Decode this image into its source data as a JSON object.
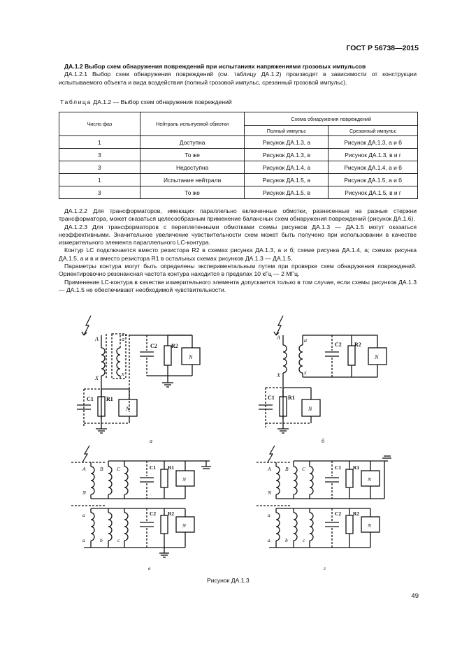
{
  "header": {
    "code": "ГОСТ Р 56738—2015"
  },
  "section": {
    "title": "ДА.1.2 Выбор схем обнаружения повреждений при испытаниях напряжениями грозовых импульсов",
    "p1": "ДА.1.2.1 Выбор схем обнаружения повреждений (см. таблицу ДА.1.2) производят в зависимости от конструкции испытываемого объекта и вида воздействия (полный грозовой импульс, срезанный грозовой импульс)."
  },
  "table": {
    "caption_prefix": "Таблица",
    "caption_text": "ДА.1.2 — Выбор схем обнаружения повреждений",
    "headers": {
      "phases": "Число фаз",
      "neutral": "Нейтраль испытуемой обмотки",
      "scheme": "Схема обнаружения повреждений",
      "full": "Полный импульс",
      "chopped": "Срезанный импульс"
    },
    "rows": [
      {
        "phases": "1",
        "neutral": "Доступна",
        "full": "Рисунок ДА.1.3, а",
        "chopped": "Рисунок ДА.1.3, а и б"
      },
      {
        "phases": "3",
        "neutral": "То же",
        "full": "Рисунок ДА.1.3, в",
        "chopped": "Рисунок ДА.1.3, в и г"
      },
      {
        "phases": "3",
        "neutral": "Недоступна",
        "full": "Рисунок ДА.1.4, а",
        "chopped": "Рисунок ДА.1.4, а и б"
      },
      {
        "phases": "1",
        "neutral": "Испытание нейтрали",
        "full": "Рисунок ДА.1.5, а",
        "chopped": "Рисунок ДА.1.5, а и б"
      },
      {
        "phases": "3",
        "neutral": "То же",
        "full": "Рисунок ДА.1.5, в",
        "chopped": "Рисунок ДА.1.5, в и г"
      }
    ]
  },
  "paragraphs": [
    "ДА.1.2.2 Для трансформаторов, имеющих параллельно включенные обмотки, разнесенные на разные стержни трансформатора, может оказаться целесообразным применение балансных схем обнаружения повреждений (рисунок ДА.1.6).",
    "ДА.1.2.3 Для трансформаторов с переплетенными обмотками схемы рисунков ДА.1.3 — ДА.1.5 могут оказаться неэффективными. Значительное увеличение чувствительности схем может быть получено при использовании в качестве измерительного элемента параллельного LC-контура.",
    "Контур LC подключается вместо резистора R2 в схемах рисунка ДА.1.3, а и б; схеме рисунка ДА.1.4, а; схемах рисунка ДА.1.5, а и в и вместо резистора R1 в остальных схемах рисунков ДА.1.3 — ДА.1.5.",
    "Параметры контура могут быть определены экспериментальным путем при проверке схем обнаружения повреждений. Ориентировочно резонансная частота контура находится в пределах 10 кГц — 2 МГц.",
    "Применение LC-контура в качестве измерительного элемента допускается только в том случае, если схемы рисунков ДА.1.3 — ДА.1.5 не обеспечивают необходимой чувствительности."
  ],
  "figure": {
    "caption": "Рисунок ДА.1.3",
    "labels": {
      "A": "A",
      "X": "X",
      "a": "a",
      "x": "x",
      "B": "B",
      "C": "C",
      "N": "N",
      "b": "b",
      "c": "c",
      "C1": "C1",
      "C2": "C2",
      "R1": "R1",
      "R2": "R2",
      "meter": "N",
      "sub_a": "а",
      "sub_b": "б",
      "sub_v": "в",
      "sub_g": "г"
    }
  },
  "page": {
    "number": "49"
  }
}
